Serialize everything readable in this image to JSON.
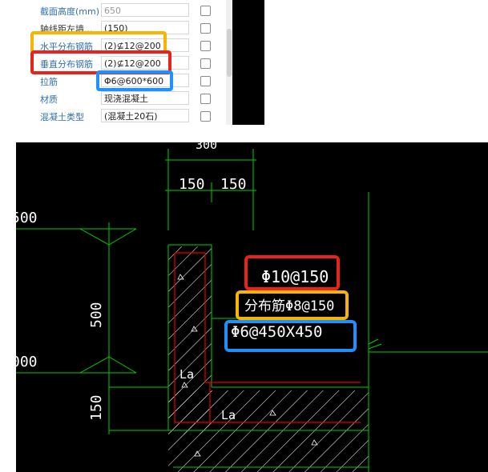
{
  "property_panel": {
    "rows": [
      {
        "name": "截面高度(mm)",
        "value": "650",
        "value_dim": true
      },
      {
        "name": "轴线距左墙...",
        "value": "(150)"
      },
      {
        "name": "水平分布钢筋",
        "value": "(2)⊈12@200"
      },
      {
        "name": "垂直分布钢筋",
        "value": "(2)⊈12@200"
      },
      {
        "name": "拉筋",
        "value": "Φ6@600*600"
      },
      {
        "name": "材质",
        "value": "现浇混凝土"
      },
      {
        "name": "混凝土类型",
        "value": "(混凝土20石)"
      }
    ]
  },
  "cad_drawing": {
    "dim_top_total": "300",
    "dim_left_part": "150",
    "dim_right_part": "150",
    "dim_left_500": "500",
    "dim_vertical_500": "500",
    "dim_left_000": "000",
    "dim_vertical_150": "150",
    "label_la_1": "La",
    "label_la_2": "La",
    "annotation_red": "Φ10@150",
    "annotation_orange": "分布筋Φ8@150",
    "annotation_blue": "Φ6@450X450"
  },
  "colors": {
    "highlight_orange": "#f7b500",
    "highlight_red": "#e8231c",
    "highlight_blue": "#1e90ff",
    "cad_green": "#00d000",
    "cad_red": "#e00000",
    "cad_background": "#000000",
    "property_name_blue": "#2f6fb5"
  }
}
